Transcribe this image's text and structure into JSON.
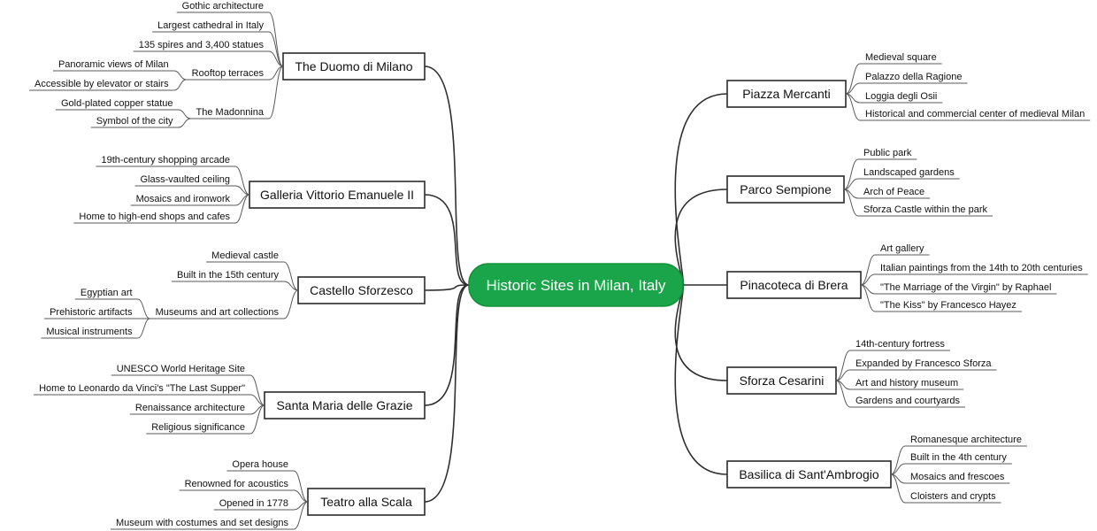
{
  "center": "Historic Sites in Milan, Italy",
  "colors": {
    "center_fill": "#1aa54a",
    "line": "#2f2f2f"
  },
  "topics": [
    {
      "id": "duomo",
      "label": "The Duomo di Milano",
      "children": [
        {
          "label": "Gothic architecture"
        },
        {
          "label": "Largest cathedral in Italy"
        },
        {
          "label": "135 spires and 3,400 statues"
        },
        {
          "label": "Rooftop terraces",
          "children": [
            {
              "label": "Panoramic views of Milan"
            },
            {
              "label": "Accessible by elevator or stairs"
            }
          ]
        },
        {
          "label": "The Madonnina",
          "children": [
            {
              "label": "Gold-plated copper statue"
            },
            {
              "label": "Symbol of the city"
            }
          ]
        }
      ]
    },
    {
      "id": "galleria",
      "label": "Galleria Vittorio Emanuele II",
      "children": [
        {
          "label": "19th-century shopping arcade"
        },
        {
          "label": "Glass-vaulted ceiling"
        },
        {
          "label": "Mosaics and ironwork"
        },
        {
          "label": "Home to high-end shops and cafes"
        }
      ]
    },
    {
      "id": "castello",
      "label": "Castello Sforzesco",
      "children": [
        {
          "label": "Medieval castle"
        },
        {
          "label": "Built in the 15th century"
        },
        {
          "label": "Museums and art collections",
          "children": [
            {
              "label": "Egyptian art"
            },
            {
              "label": "Prehistoric artifacts"
            },
            {
              "label": "Musical instruments"
            }
          ]
        }
      ]
    },
    {
      "id": "grazie",
      "label": "Santa Maria delle Grazie",
      "children": [
        {
          "label": "UNESCO World Heritage Site"
        },
        {
          "label": "Home to Leonardo da Vinci's \"The Last Supper\""
        },
        {
          "label": "Renaissance architecture"
        },
        {
          "label": "Religious significance"
        }
      ]
    },
    {
      "id": "scala",
      "label": "Teatro alla Scala",
      "children": [
        {
          "label": "Opera house"
        },
        {
          "label": "Renowned for acoustics"
        },
        {
          "label": "Opened in 1778"
        },
        {
          "label": "Museum with costumes and set designs"
        }
      ]
    },
    {
      "id": "mercanti",
      "label": "Piazza Mercanti",
      "children": [
        {
          "label": "Medieval square"
        },
        {
          "label": "Palazzo della Ragione"
        },
        {
          "label": "Loggia degli Osii"
        },
        {
          "label": "Historical and commercial center of medieval Milan"
        }
      ]
    },
    {
      "id": "sempione",
      "label": "Parco Sempione",
      "children": [
        {
          "label": "Public park"
        },
        {
          "label": "Landscaped gardens"
        },
        {
          "label": "Arch of Peace"
        },
        {
          "label": "Sforza Castle within the park"
        }
      ]
    },
    {
      "id": "brera",
      "label": "Pinacoteca di Brera",
      "children": [
        {
          "label": "Art gallery"
        },
        {
          "label": "Italian paintings from the 14th to 20th centuries"
        },
        {
          "label": "\"The Marriage of the Virgin\" by Raphael"
        },
        {
          "label": "\"The Kiss\" by Francesco Hayez"
        }
      ]
    },
    {
      "id": "cesarini",
      "label": "Sforza Cesarini",
      "children": [
        {
          "label": "14th-century fortress"
        },
        {
          "label": "Expanded by Francesco Sforza"
        },
        {
          "label": "Art and history museum"
        },
        {
          "label": "Gardens and courtyards"
        }
      ]
    },
    {
      "id": "ambrogio",
      "label": "Basilica di Sant'Ambrogio",
      "children": [
        {
          "label": "Romanesque architecture"
        },
        {
          "label": "Built in the 4th century"
        },
        {
          "label": "Mosaics and frescoes"
        },
        {
          "label": "Cloisters and crypts"
        }
      ]
    }
  ]
}
